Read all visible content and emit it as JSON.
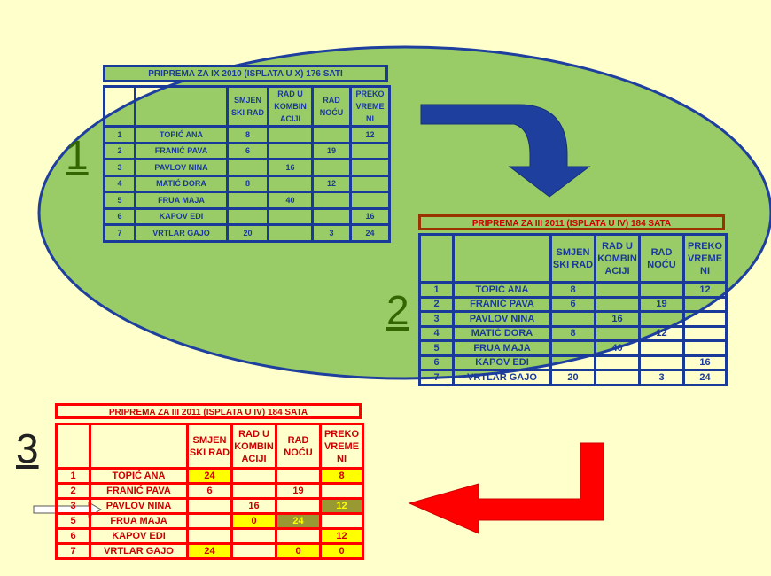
{
  "colors": {
    "background": "#ffffcc",
    "ellipse_fill": "#99cc66",
    "ellipse_stroke": "#1f3f9f",
    "table_blue": "#1a3a9a",
    "table_red": "#ff0000",
    "highlight_yellow": "#ffff00",
    "highlight_olive": "#999933",
    "arrow_blue": "#1f3f9f",
    "arrow_red": "#ff0000"
  },
  "labels": {
    "one": "1",
    "two": "2",
    "three": "3"
  },
  "table1": {
    "title": "PRIPREMA ZA IX 2010 (ISPLATA U X) 176 SATI",
    "headers": [
      "SMJEN SKI RAD",
      "RAD U KOMBIN ACIJI",
      "RAD NOĆU",
      "PREKO VREME NI"
    ],
    "rows": [
      [
        "1",
        "TOPIĆ ANA",
        "8",
        "",
        "",
        "12"
      ],
      [
        "2",
        "FRANIĆ PAVA",
        "6",
        "",
        "19",
        ""
      ],
      [
        "3",
        "PAVLOV NINA",
        "",
        "16",
        "",
        ""
      ],
      [
        "4",
        "MATIĆ DORA",
        "8",
        "",
        "12",
        ""
      ],
      [
        "5",
        "FRUA MAJA",
        "",
        "40",
        "",
        ""
      ],
      [
        "6",
        "KAPOV EDI",
        "",
        "",
        "",
        "16"
      ],
      [
        "7",
        "VRTLAR GAJO",
        "20",
        "",
        "3",
        "24"
      ]
    ]
  },
  "table2": {
    "title": "PRIPREMA ZA III 2011 (ISPLATA U IV) 184 SATA",
    "headers": [
      "SMJEN SKI RAD",
      "RAD U KOMBIN ACIJI",
      "RAD NOĆU",
      "PREKO VREME NI"
    ],
    "rows": [
      [
        "1",
        "TOPIĆ ANA",
        "8",
        "",
        "",
        "12"
      ],
      [
        "2",
        "FRANIĆ PAVA",
        "6",
        "",
        "19",
        ""
      ],
      [
        "3",
        "PAVLOV NINA",
        "",
        "16",
        "",
        ""
      ],
      [
        "4",
        "MATIĆ DORA",
        "8",
        "",
        "12",
        ""
      ],
      [
        "5",
        "FRUA MAJA",
        "",
        "40",
        "",
        ""
      ],
      [
        "6",
        "KAPOV EDI",
        "",
        "",
        "",
        "16"
      ],
      [
        "7",
        "VRTLAR GAJO",
        "20",
        "",
        "3",
        "24"
      ]
    ]
  },
  "table3": {
    "title": "PRIPREMA ZA III 2011 (ISPLATA U IV) 184 SATA",
    "headers": [
      "SMJEN SKI RAD",
      "RAD U KOMBIN ACIJI",
      "RAD NOĆU",
      "PREKO VREME NI"
    ],
    "rows": [
      [
        "1",
        "TOPIĆ ANA",
        "24",
        "",
        "",
        "8"
      ],
      [
        "2",
        "FRANIĆ PAVA",
        "6",
        "",
        "19",
        ""
      ],
      [
        "3",
        "PAVLOV NINA",
        "",
        "16",
        "",
        "12"
      ],
      [
        "5",
        "FRUA MAJA",
        "",
        "0",
        "24",
        ""
      ],
      [
        "6",
        "KAPOV EDI",
        "",
        "",
        "",
        "12"
      ],
      [
        "7",
        "VRTLAR GAJO",
        "24",
        "",
        "0",
        "0"
      ]
    ]
  }
}
